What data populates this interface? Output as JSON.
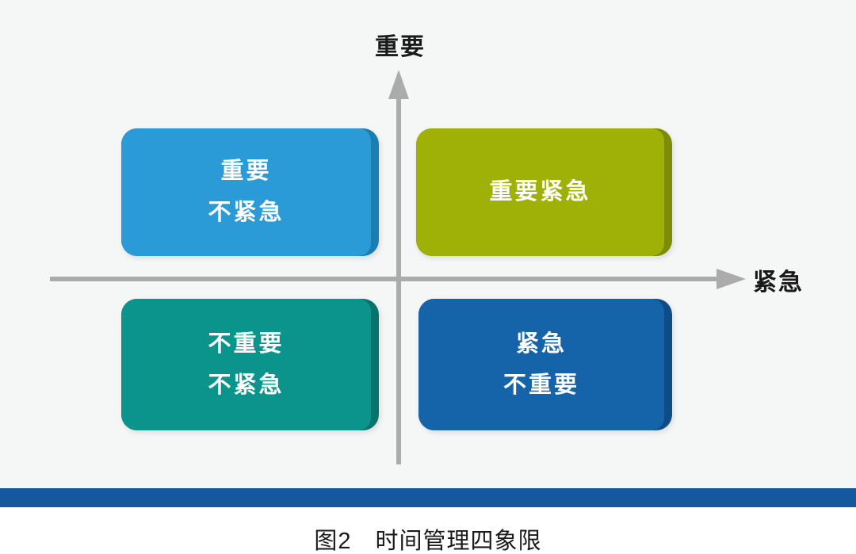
{
  "figure": {
    "caption": "图2　时间管理四象限"
  },
  "axes": {
    "y_label": "重要",
    "x_label": "紧急",
    "color": "#ABABAB",
    "label_color": "#1A1A1A"
  },
  "quadrants": [
    {
      "id": "important-not-urgent",
      "position": "top-left",
      "line1": "重要",
      "line2": "不紧急",
      "color": "#2B9BD7",
      "side_color": "#1A7EB2",
      "text_color": "#FFFFFF"
    },
    {
      "id": "important-urgent",
      "position": "top-right",
      "line1": "重要紧急",
      "line2": "",
      "color": "#9FB007",
      "side_color": "#7E8C05",
      "text_color": "#FFFFFF"
    },
    {
      "id": "not-important-not-urgent",
      "position": "bottom-left",
      "line1": "不重要",
      "line2": "不紧急",
      "color": "#0B948C",
      "side_color": "#06736C",
      "text_color": "#FFFFFF"
    },
    {
      "id": "urgent-not-important",
      "position": "bottom-right",
      "line1": "紧急",
      "line2": "不重要",
      "color": "#1563A9",
      "side_color": "#0D4C86",
      "text_color": "#FFFFFF"
    }
  ],
  "footer_bar": {
    "color": "#15589E"
  },
  "background": {
    "diagram_area": "#F5F6F6",
    "page": "#FFFFFF"
  }
}
